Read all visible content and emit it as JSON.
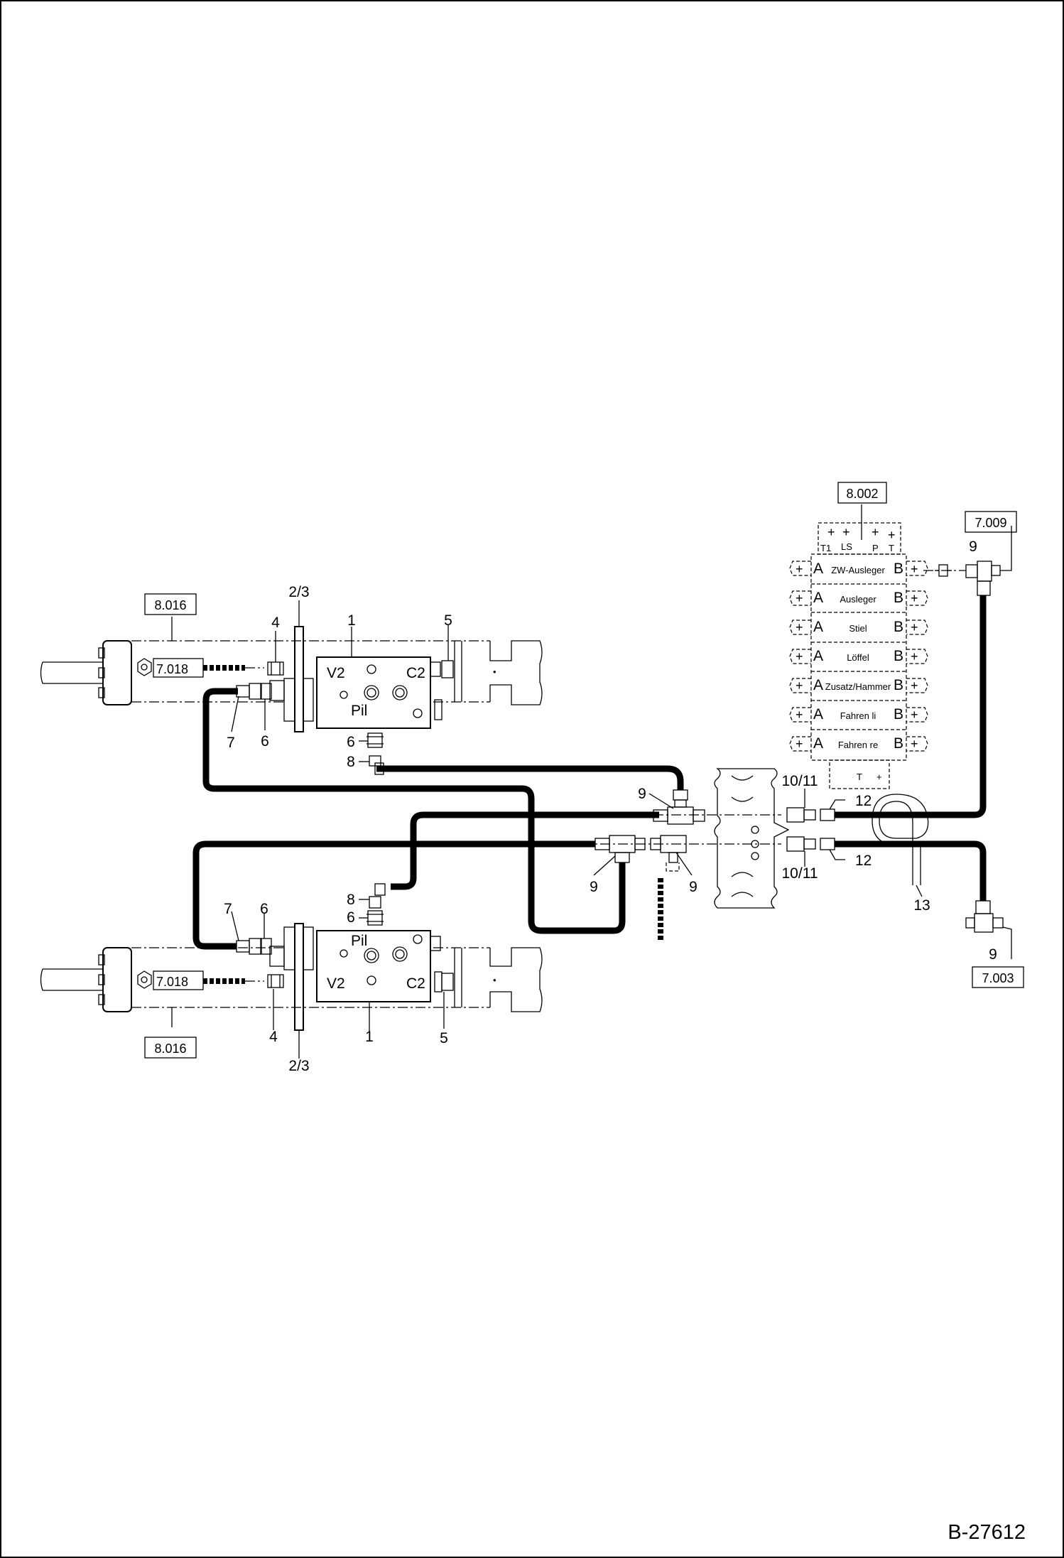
{
  "sheet_number": "B-27612",
  "reference_boxes": {
    "control_valve": "8.002",
    "tee_top": "7.009",
    "tee_bottom": "7.003",
    "cylinder_top": "8.016",
    "cylinder_bottom": "8.016",
    "hose_top": "7.018",
    "hose_bottom": "7.018"
  },
  "valve_block_labels": {
    "top": {
      "v2": "V2",
      "c2": "C2",
      "pil": "Pil"
    },
    "bottom": {
      "v2": "V2",
      "c2": "C2",
      "pil": "Pil"
    }
  },
  "control_valve": {
    "header_ports": {
      "t1": "T1",
      "ls": "LS",
      "p": "P",
      "t": "T"
    },
    "port_a": "A",
    "port_b": "B",
    "plus": "+",
    "sections": [
      "ZW-Ausleger",
      "Ausleger",
      "Stiel",
      "Löffel",
      "Zusatz/Hammer",
      "Fahren li",
      "Fahren re"
    ],
    "tank_port": "T"
  },
  "part_callouts": {
    "top_valve": "1",
    "top_flange": "2/3",
    "top_fitting_4": "4",
    "top_fitting_5": "5",
    "top_fitting_6a": "6",
    "top_fitting_7": "7",
    "top_fitting_6b": "6",
    "top_fitting_8": "8",
    "bottom_valve": "1",
    "bottom_flange": "2/3",
    "bottom_fitting_4": "4",
    "bottom_fitting_5": "5",
    "bottom_fitting_6a": "6",
    "bottom_fitting_7": "7",
    "bottom_fitting_6b": "6",
    "bottom_fitting_8": "8",
    "tee_center_top": "9",
    "tee_center_left": "9",
    "tee_center_right": "9",
    "tee_right_top": "9",
    "tee_right_bottom": "9",
    "connector_top": "10/11",
    "connector_bottom": "10/11",
    "nut_top": "12",
    "nut_bottom": "12",
    "pipe_bend": "13"
  }
}
